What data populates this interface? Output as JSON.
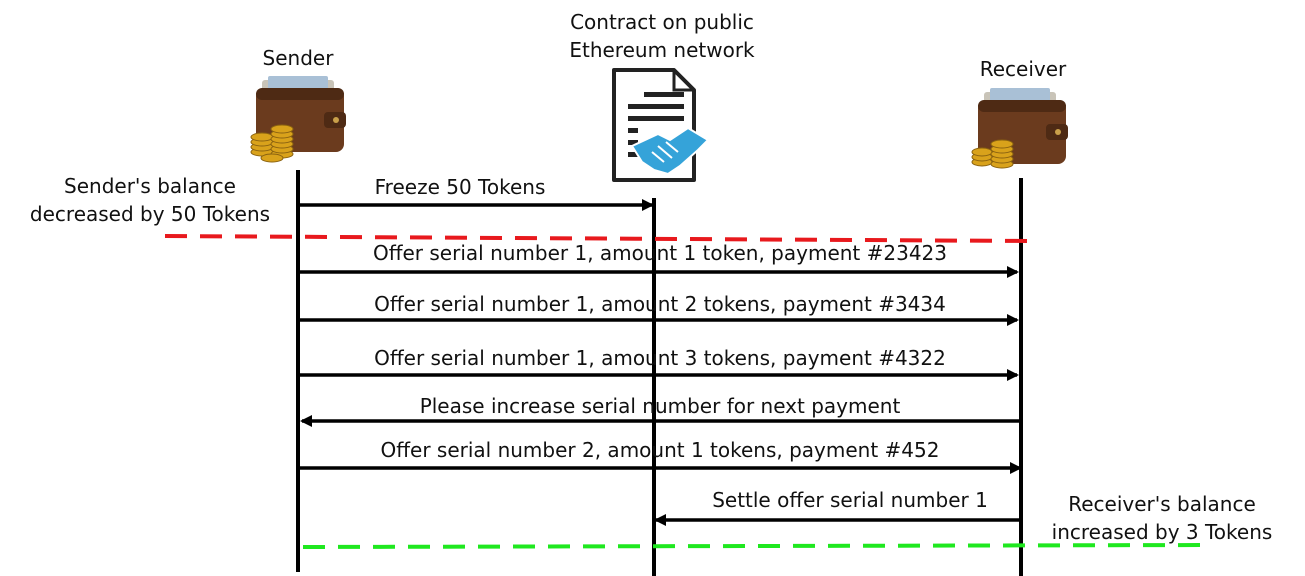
{
  "participants": {
    "sender": {
      "title": "Sender",
      "icon": "wallet-coins-icon"
    },
    "contract": {
      "title_line1": "Contract on public",
      "title_line2": "Ethereum network",
      "icon": "contract-handshake-icon"
    },
    "receiver": {
      "title": "Receiver",
      "icon": "wallet-coins-icon"
    }
  },
  "notes": {
    "sender_balance_line1": "Sender's balance",
    "sender_balance_line2": "decreased by 50 Tokens",
    "receiver_balance_line1": "Receiver's balance",
    "receiver_balance_line2": "increased by 3 Tokens"
  },
  "messages": [
    {
      "from": "sender",
      "to": "contract",
      "text": "Freeze 50 Tokens"
    },
    {
      "from": "sender",
      "to": "receiver",
      "text": "Offer serial number 1, amount 1 token, payment #23423"
    },
    {
      "from": "sender",
      "to": "receiver",
      "text": "Offer serial number 1, amount 2 tokens, payment #3434"
    },
    {
      "from": "sender",
      "to": "receiver",
      "text": "Offer serial number 1, amount 3 tokens, payment #4322"
    },
    {
      "from": "receiver",
      "to": "sender",
      "text": "Please increase serial number for next payment"
    },
    {
      "from": "sender",
      "to": "receiver",
      "text": "Offer serial number 2, amount 1 tokens, payment #452"
    },
    {
      "from": "receiver",
      "to": "contract",
      "text": "Settle offer serial number 1"
    }
  ],
  "colors": {
    "line": "#000000",
    "red_dash": "#e8191d",
    "green_dash": "#1fe81f",
    "wallet": "#6b3b1e",
    "coin": "#d9a21b",
    "handshake": "#35a3d9"
  }
}
